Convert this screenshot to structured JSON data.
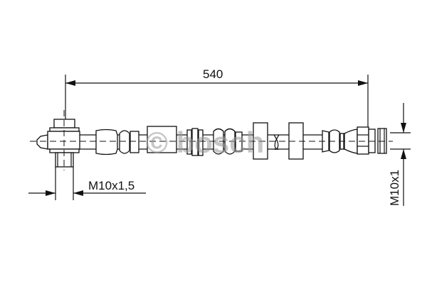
{
  "drawing": {
    "length_label": "540",
    "left_thread_label": "M10x1,5",
    "right_thread_label": "M10x1",
    "watermark": "© bosch",
    "line_color": "#111111",
    "watermark_color": "#bbbbbb"
  }
}
